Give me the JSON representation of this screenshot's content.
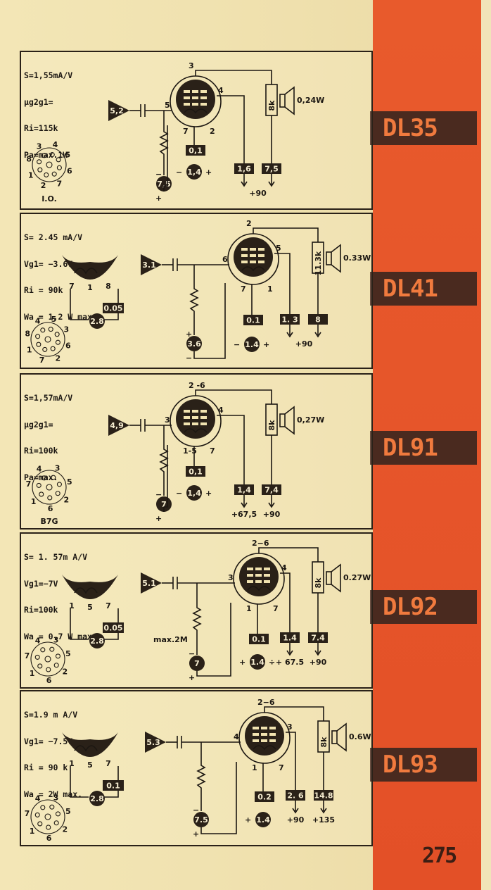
{
  "page_number": "275",
  "colors": {
    "paper": "#f1e3b0",
    "tab_orange": "#e6552a",
    "label_dark": "#4a2a1f",
    "label_text": "#f07a3e",
    "ink": "#1c1712"
  },
  "tubes": [
    {
      "id": "DL35",
      "specs": [
        "S=1,55mA/V",
        "μg2g1=",
        "Ri=115k",
        "Pa=max.1W"
      ],
      "input_signal": "5,2",
      "grid_pin": "5",
      "anode_pin": "3",
      "screen_pin": "4",
      "cathode_pins": [
        "7",
        "2"
      ],
      "filament_voltage": "0,1",
      "cathode_voltage": "7,5",
      "heater_current": "1,4",
      "screen_voltage": "1,6",
      "anode_voltage": "7,5",
      "supply": [
        "+90"
      ],
      "load": "8k",
      "output_power": "0,24W",
      "base": "I.O.",
      "base_pins": [
        "3",
        "4",
        "5",
        "6",
        "7",
        "2",
        "1",
        "8"
      ],
      "signs": [
        "−",
        "+",
        "−",
        "+"
      ]
    },
    {
      "id": "DL41",
      "specs": [
        "S= 2.45 mA/V",
        "Vg1= −3.6V",
        "Ri = 90k",
        "Wa = 1.2 W max."
      ],
      "input_signal": "3.1",
      "grid_pin": "6",
      "anode_pin": "2",
      "screen_pin": "5",
      "cathode_pins": [
        "7",
        "8",
        "1"
      ],
      "heater_pins": [
        "7",
        "1",
        "8"
      ],
      "filament_voltage": "0.05",
      "heater_voltage": "2.8",
      "cathode_voltage": "3.6",
      "grid2_value": "0.1",
      "heater_current": "1.4",
      "screen_voltage": "1. 3",
      "anode_voltage": "8",
      "supply": [
        "+90"
      ],
      "load": "11.3k",
      "output_power": "0.33W",
      "base_pins": [
        "4",
        "5",
        "3",
        "6",
        "2",
        "7",
        "1",
        "8"
      ],
      "signs": [
        "+",
        "−",
        "−",
        "+",
        "−",
        "+"
      ]
    },
    {
      "id": "DL91",
      "specs": [
        "S=1,57mA/V",
        "μg2g1=",
        "Ri=100k",
        "Pa=max."
      ],
      "input_signal": "4,9",
      "grid_pin": "3",
      "anode_pin": "2 -6",
      "screen_pin": "4",
      "cathode_pins": [
        "1-5",
        "7"
      ],
      "filament_voltage": "0,1",
      "cathode_voltage": "7",
      "heater_current": "1,4",
      "screen_voltage": "1,4",
      "anode_voltage": "7,4",
      "supply": [
        "+67,5",
        "+90"
      ],
      "load": "8k",
      "output_power": "0,27W",
      "base": "B7G",
      "base_pins": [
        "4",
        "3",
        "5",
        "2",
        "6",
        "1",
        "7"
      ],
      "signs": [
        "−",
        "+",
        "−",
        "+"
      ]
    },
    {
      "id": "DL92",
      "specs": [
        "S= 1. 57m A/V",
        "Vg1=−7V",
        "Ri=100k",
        "Wa = 0.7 W max."
      ],
      "input_signal": "5.1",
      "grid_pin": "3",
      "anode_pin": "2−6",
      "screen_pin": "4",
      "cathode_pins": [
        "1",
        "5",
        "7"
      ],
      "heater_pins": [
        "1",
        "5",
        "7"
      ],
      "filament_voltage": "0.05",
      "heater_voltage": "2.8",
      "grid_resistor": "max.2M",
      "cathode_voltage": "7",
      "grid2_value": "0.1",
      "heater_current": "1.4",
      "screen_voltage": "1.4",
      "anode_voltage": "7.4",
      "supply": [
        "+ 67.5",
        "+90"
      ],
      "load": "8k",
      "output_power": "0.27W",
      "base_pins": [
        "4",
        "3",
        "5",
        "2",
        "6",
        "1",
        "7"
      ],
      "signs": [
        "−",
        "+",
        "+",
        "÷",
        "−",
        "−",
        "+"
      ]
    },
    {
      "id": "DL93",
      "specs": [
        "S=1.9 m A/V",
        "Vg1= −7.5V",
        "Ri = 90 k",
        "Wa = 2W max."
      ],
      "input_signal": "5.3",
      "grid_pin": "4",
      "anode_pin": "2−6",
      "screen_pin": "3",
      "cathode_pins": [
        "1",
        "5",
        "7"
      ],
      "heater_pins": [
        "1",
        "5",
        "7"
      ],
      "filament_voltage": "0.1",
      "heater_voltage": "2.8",
      "cathode_voltage": "7.5",
      "grid2_value": "0.2",
      "heater_current": "1.4",
      "screen_voltage": "2. 6",
      "anode_voltage": "14.8",
      "supply": [
        "+90",
        "+135"
      ],
      "load": "8k",
      "output_power": "0.6W",
      "base_pins": [
        "4",
        "3",
        "5",
        "2",
        "6",
        "1",
        "7"
      ],
      "signs": [
        "−",
        "+",
        "+"
      ]
    }
  ]
}
